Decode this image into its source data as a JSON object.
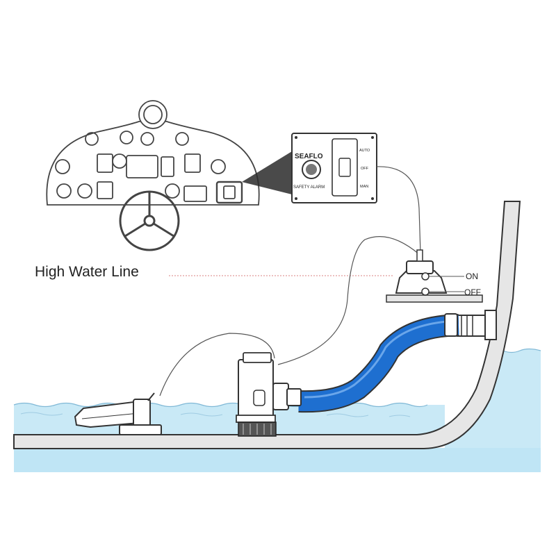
{
  "labels": {
    "high_water_line": "High Water Line",
    "switch_on": "ON",
    "switch_off": "OFF"
  },
  "panel": {
    "brand": "SEAFLO",
    "alarm": "SAFETY ALARM",
    "mode_auto": "AUTO",
    "mode_off": "OFF",
    "mode_man": "MAN"
  },
  "colors": {
    "water_light": "#c9e9f6",
    "water_band": "#bfe5f5",
    "hose_blue": "#1e6fd0",
    "hull_gray": "#e6e6e6",
    "line_dark": "#333333",
    "water_line_red": "#d98080"
  },
  "icons": [
    "dashboard",
    "steering-wheel",
    "control-panel",
    "float-switch",
    "bilge-pump",
    "discharge-hose",
    "thru-hull-fitting",
    "float-switch-pump"
  ]
}
